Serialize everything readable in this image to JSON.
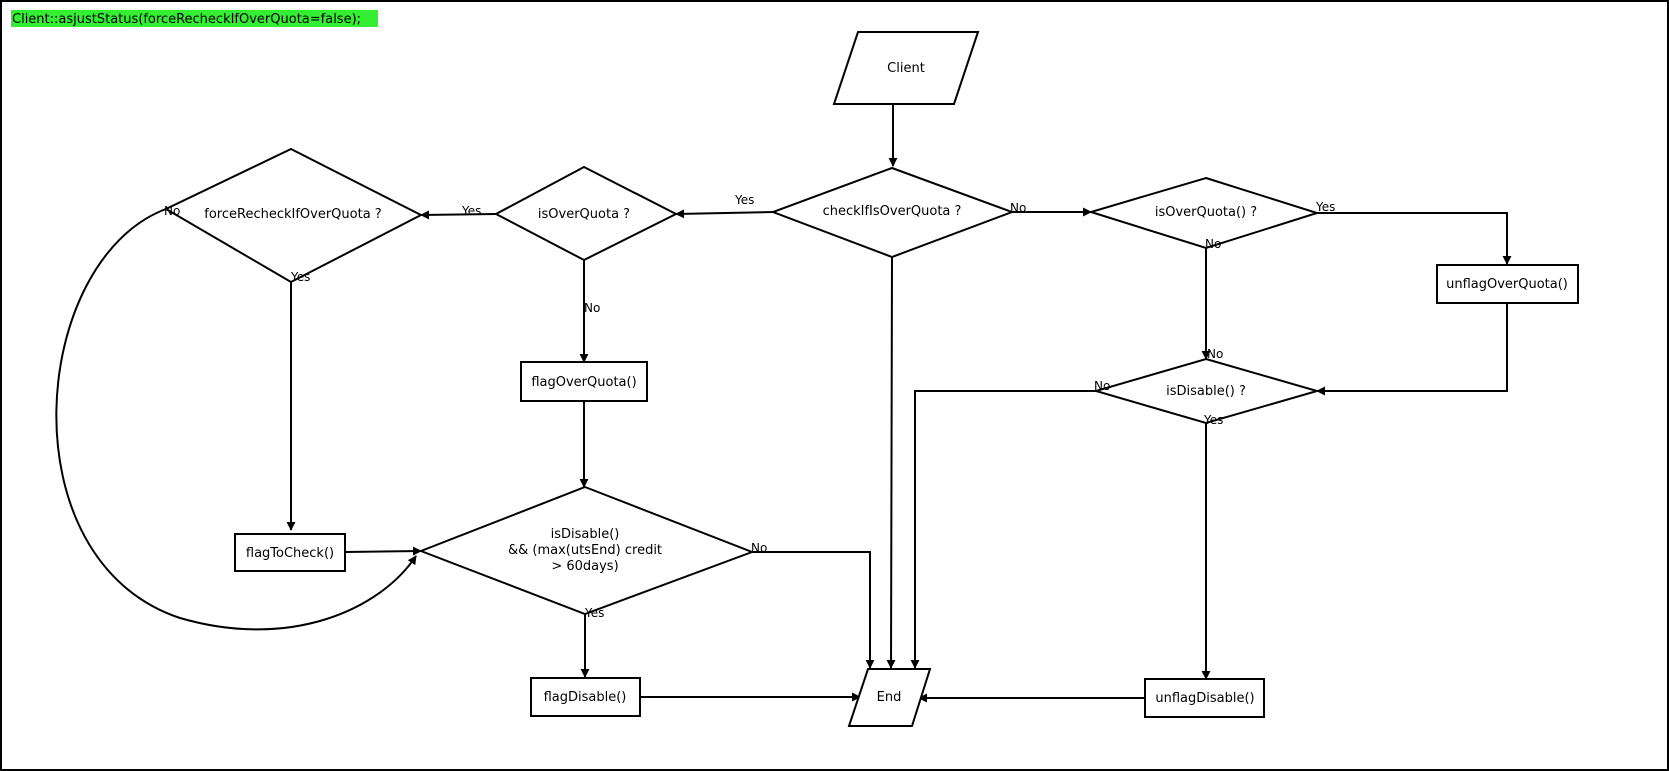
{
  "title": "Client::asjustStatus(forceRecheckIfOverQuota=false);",
  "colors": {
    "title_highlight": "#33ee33",
    "stroke": "#000000",
    "background": "#ffffff"
  },
  "nodes": {
    "client": "Client",
    "check_if_is_over_quota": "checkIfIsOverQuota ?",
    "is_over_quota_left": "isOverQuota ?",
    "force_recheck": "forceRecheckIfOverQuota ?",
    "flag_over_quota": "flagOverQuota()",
    "flag_to_check": "flagToCheck()",
    "is_disable_credit": [
      "isDisable()",
      "&& (max(utsEnd) credit",
      "> 60days)"
    ],
    "flag_disable": "flagDisable()",
    "end": "End",
    "is_over_quota_right": "isOverQuota() ?",
    "unflag_over_quota": "unflagOverQuota()",
    "is_disable_right": "isDisable() ?",
    "unflag_disable": "unflagDisable()"
  },
  "edge_labels": {
    "check_yes": "Yes",
    "check_no": "No",
    "overquota_left_yes": "Yes",
    "overquota_left_no": "No",
    "force_no": "No",
    "force_yes": "Yes",
    "credit_no": "No",
    "credit_yes": "Yes",
    "overquota_right_yes": "Yes",
    "overquota_right_no": "No",
    "disable_right_in_no": "No",
    "disable_right_no": "No",
    "disable_right_yes": "Yes"
  }
}
